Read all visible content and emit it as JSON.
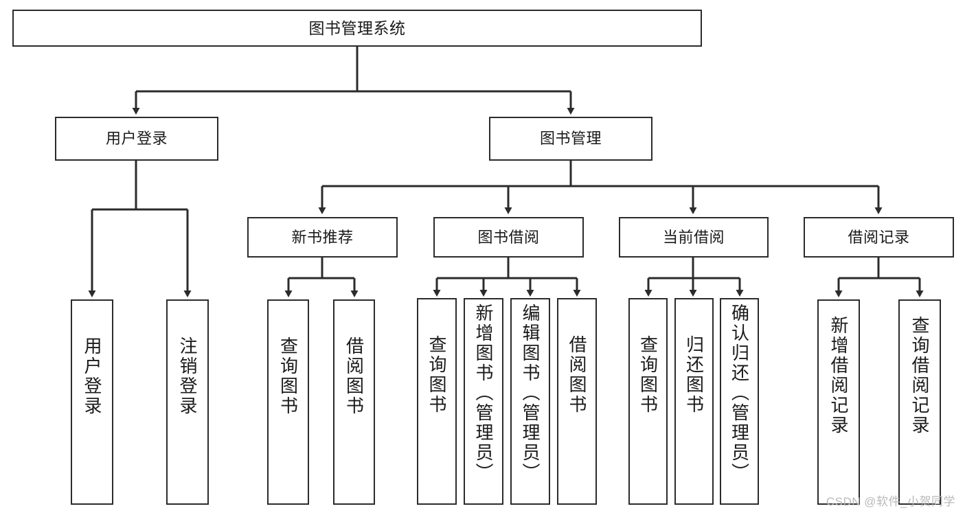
{
  "diagram": {
    "title": "图书管理系统",
    "type": "hierarchy-tree",
    "orientation": "top-down",
    "colors": {
      "box_border": "#2b2b2b",
      "box_fill": "#ffffff",
      "edge": "#2b2b2b",
      "text": "#1a1a1a",
      "watermark": "#b9b9b9",
      "background": "#ffffff"
    },
    "nodes": {
      "root": {
        "label": "图书管理系统"
      },
      "level2": [
        {
          "label": "用户登录"
        },
        {
          "label": "图书管理"
        }
      ],
      "level3": [
        {
          "label": "新书推荐"
        },
        {
          "label": "图书借阅"
        },
        {
          "label": "当前借阅"
        },
        {
          "label": "借阅记录"
        }
      ],
      "leaves_user_login": [
        {
          "label": "用户登录"
        },
        {
          "label": "注销登录"
        }
      ],
      "leaves_new_book": [
        {
          "label": "查询图书"
        },
        {
          "label": "借阅图书"
        }
      ],
      "leaves_borrow": [
        {
          "label": "查询图书"
        },
        {
          "label": "新增图书（管理员）"
        },
        {
          "label": "编辑图书（管理员）"
        },
        {
          "label": "借阅图书"
        }
      ],
      "leaves_current": [
        {
          "label": "查询图书"
        },
        {
          "label": "归还图书"
        },
        {
          "label": "确认归还（管理员）"
        }
      ],
      "leaves_records": [
        {
          "label": "新增借阅记录"
        },
        {
          "label": "查询借阅记录"
        }
      ]
    },
    "watermark": "CSDN @软件_小贺同学"
  }
}
